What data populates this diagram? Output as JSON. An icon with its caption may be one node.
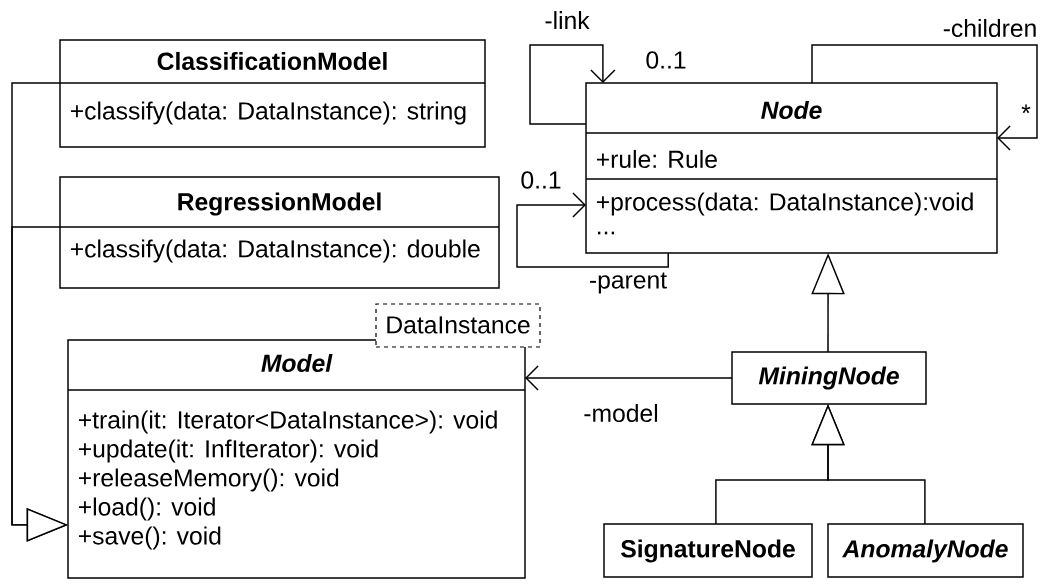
{
  "diagram": {
    "nodes": [
      {
        "text": [
          "ClassificationModel",
          "+classify(data: DataInstance): string"
        ]
      },
      {
        "text": [
          "RegressionModel",
          "+classify(data: DataInstance): double"
        ]
      },
      {
        "text": [
          "Model",
          "+train(it: Iterator<DataInstance>): void",
          "+update(it: InfIterator): void",
          "+releaseMemory(): void",
          "+load(): void",
          "+save(): void"
        ]
      },
      {
        "text": [
          "DataInstance"
        ]
      },
      {
        "text": [
          "Node",
          "+rule: Rule",
          "+process(data: DataInstance):void",
          "..."
        ]
      },
      {
        "text": [
          "MiningNode"
        ]
      },
      {
        "text": [
          "SignatureNode"
        ]
      },
      {
        "text": [
          "AnomalyNode"
        ]
      }
    ],
    "edges": [
      {
        "from": 0,
        "to": 2,
        "arrow": "to"
      },
      {
        "from": 1,
        "to": 2,
        "arrow": "to"
      },
      {
        "from": 4,
        "to": 4,
        "arrow": "to",
        "label": "-link"
      },
      {
        "from": 4,
        "to": 4,
        "arrow": "to",
        "label": "-children"
      },
      {
        "from": 4,
        "to": 4,
        "arrow": "to",
        "label": "-parent"
      },
      {
        "from": 5,
        "to": 2,
        "arrow": "to",
        "label": "-model"
      },
      {
        "from": 5,
        "to": 4,
        "arrow": "to"
      },
      {
        "from": 6,
        "to": 5,
        "arrow": "to"
      },
      {
        "from": 7,
        "to": 5,
        "arrow": "to"
      }
    ],
    "labels": [
      "0..1",
      "*",
      "0..1"
    ]
  }
}
